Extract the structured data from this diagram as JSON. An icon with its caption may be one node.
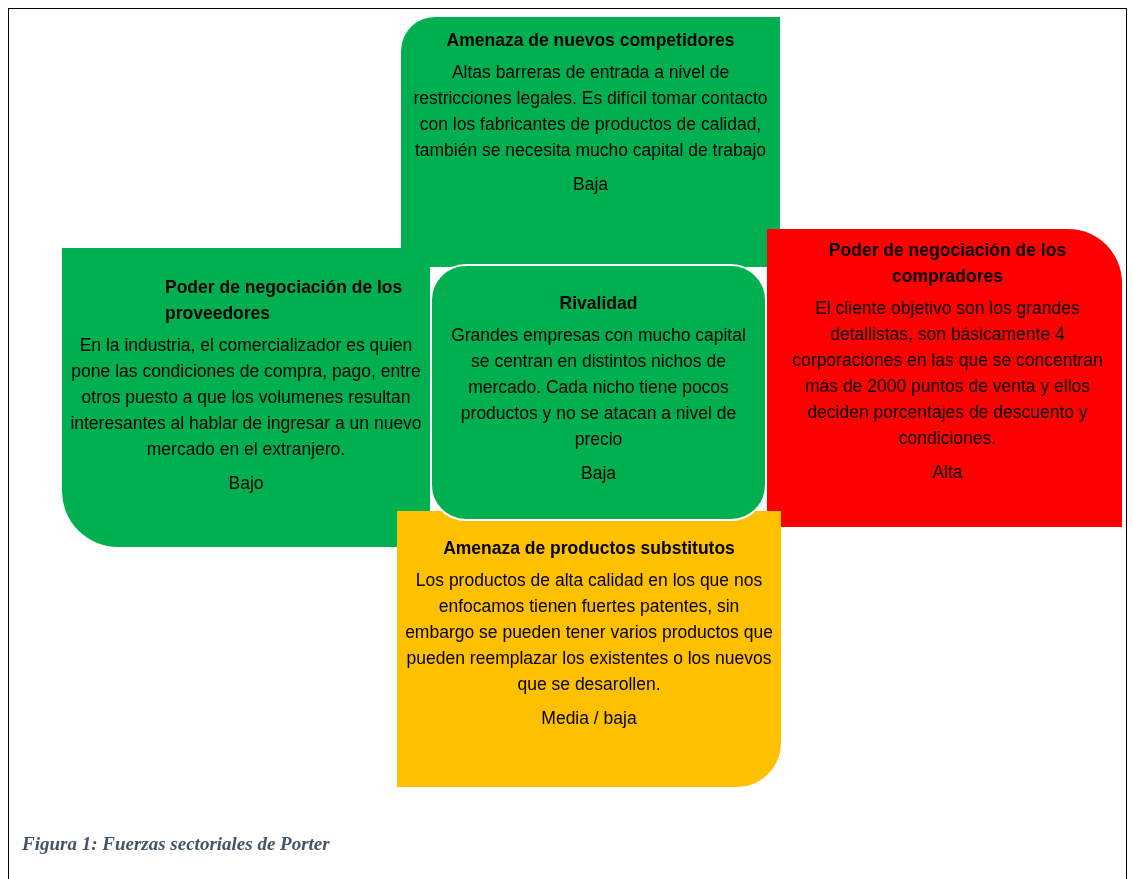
{
  "diagram": {
    "caption": "Figura 1: Fuerzas sectoriales de Porter",
    "nodes": [
      {
        "text": [
          "Amenaza de nuevos competidores",
          "Altas barreras de entrada a nivel de restricciones legales. Es difícil tomar contacto con los fabricantes de productos de calidad, también se necesita mucho capital de trabajo",
          "Baja"
        ]
      },
      {
        "text": [
          "Poder de negociación de los proveedores",
          "En la industria, el comercializador es quien pone las condiciones de compra, pago, entre otros puesto a que los volumenes resultan interesantes al hablar de ingresar a un nuevo mercado en el extranjero.",
          "Bajo"
        ]
      },
      {
        "text": [
          "Rivalidad",
          "Grandes empresas con mucho capital se centran en distintos nichos de mercado. Cada nicho tiene pocos productos y no se atacan a nivel de precio",
          "Baja"
        ]
      },
      {
        "text": [
          "Poder de negociación de los compradores",
          "El cliente objetivo son los grandes detallistas, son básicamente 4 corporaciones en las que se concentran más de 2000 puntos de venta y ellos deciden porcentajes de descuento y condiciones.",
          "Alta"
        ]
      },
      {
        "text": [
          "Amenaza de productos substitutos",
          "Los productos de alta calidad en los que nos enfocamos tienen fuertes patentes, sin embargo se pueden tener varios productos que pueden reemplazar los existentes o los nuevos que se desarollen.",
          "Media / baja"
        ]
      }
    ]
  }
}
